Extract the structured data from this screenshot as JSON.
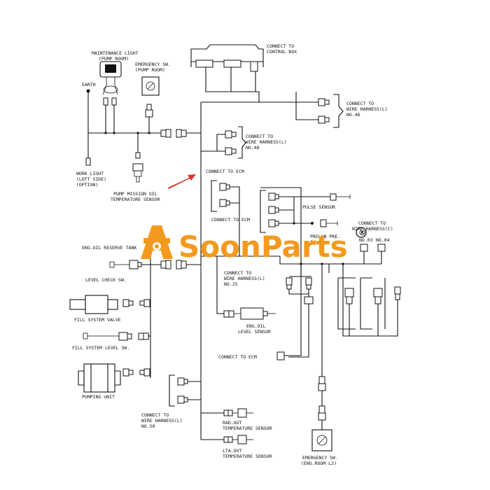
{
  "labels": {
    "connect_control_box": [
      "CONNECT TO",
      "CONTROL BOX"
    ],
    "maintenance_light": [
      "MAINTENANCE LIGHT",
      "(PUMP ROOM)"
    ],
    "emergency_pump": [
      "EMERGENCY SW.",
      "(PUMP ROOM)"
    ],
    "earth": "EARTH",
    "connect_wh_46": [
      "CONNECT TO",
      "WIRE HARNESS(L)",
      "NO.46"
    ],
    "connect_wh_48": [
      "CONNECT TO",
      "WIRE HARNESS(L)",
      "NO.48"
    ],
    "work_light": [
      "WORK LIGHT",
      "(LEFT SIDE)",
      "(OPTION)"
    ],
    "pump_mission": [
      "PUMP MISSION OIL",
      "TEMPERATURE SENSOR"
    ],
    "connect_ecm_1": "CONNECT TO ECM",
    "connect_ecm_2": "CONNECT TO ECM",
    "connect_ecm_3": "CONNECT TO ECM",
    "pulse_sensor": "PULSE SENSOR",
    "connect_whc": [
      "CONNECT TO",
      "WIRE HARNESS(C)"
    ],
    "no_03": "NO.03",
    "no_04": "NO.04",
    "prelub": [
      "PRELUB PRE.",
      "S"
    ],
    "eng_oil_reserve": "ENG.OIL RESERVE TANK",
    "level_check": "LEVEL CHECK SW.",
    "connect_wh_25": [
      "CONNECT TO",
      "WIRE HARNESS(L)",
      "NO.25"
    ],
    "fill_valve": "FILL SYSTEM VALVE",
    "eng_oil_level": [
      "ENG.OIL",
      "LEVEL SENSOR"
    ],
    "fill_level": "FILL SYSTEM LEVEL SW.",
    "pumping_unit": "PUMPING UNIT",
    "connect_wh_50": [
      "CONNECT TO",
      "WIRE HARNESS(L)",
      "NO.50"
    ],
    "rad_out": [
      "RAD.OUT",
      "TEMPERATURE SENSOR"
    ],
    "lta_out": [
      "LTA.OUT",
      "TEMPERATURE SENSOR"
    ],
    "emergency_eng": [
      "EMERGENCY SW.",
      "(ENG.ROOM L2)"
    ]
  },
  "watermark": {
    "text": "SoonParts",
    "registered": "®",
    "color": "#f39a1e"
  },
  "colors": {
    "arrow": "#e0332b",
    "line": "#111111"
  },
  "icons": [
    "watermark-logo-icon",
    "registered-icon",
    "red-arrow-icon",
    "switch-knob-icon"
  ]
}
